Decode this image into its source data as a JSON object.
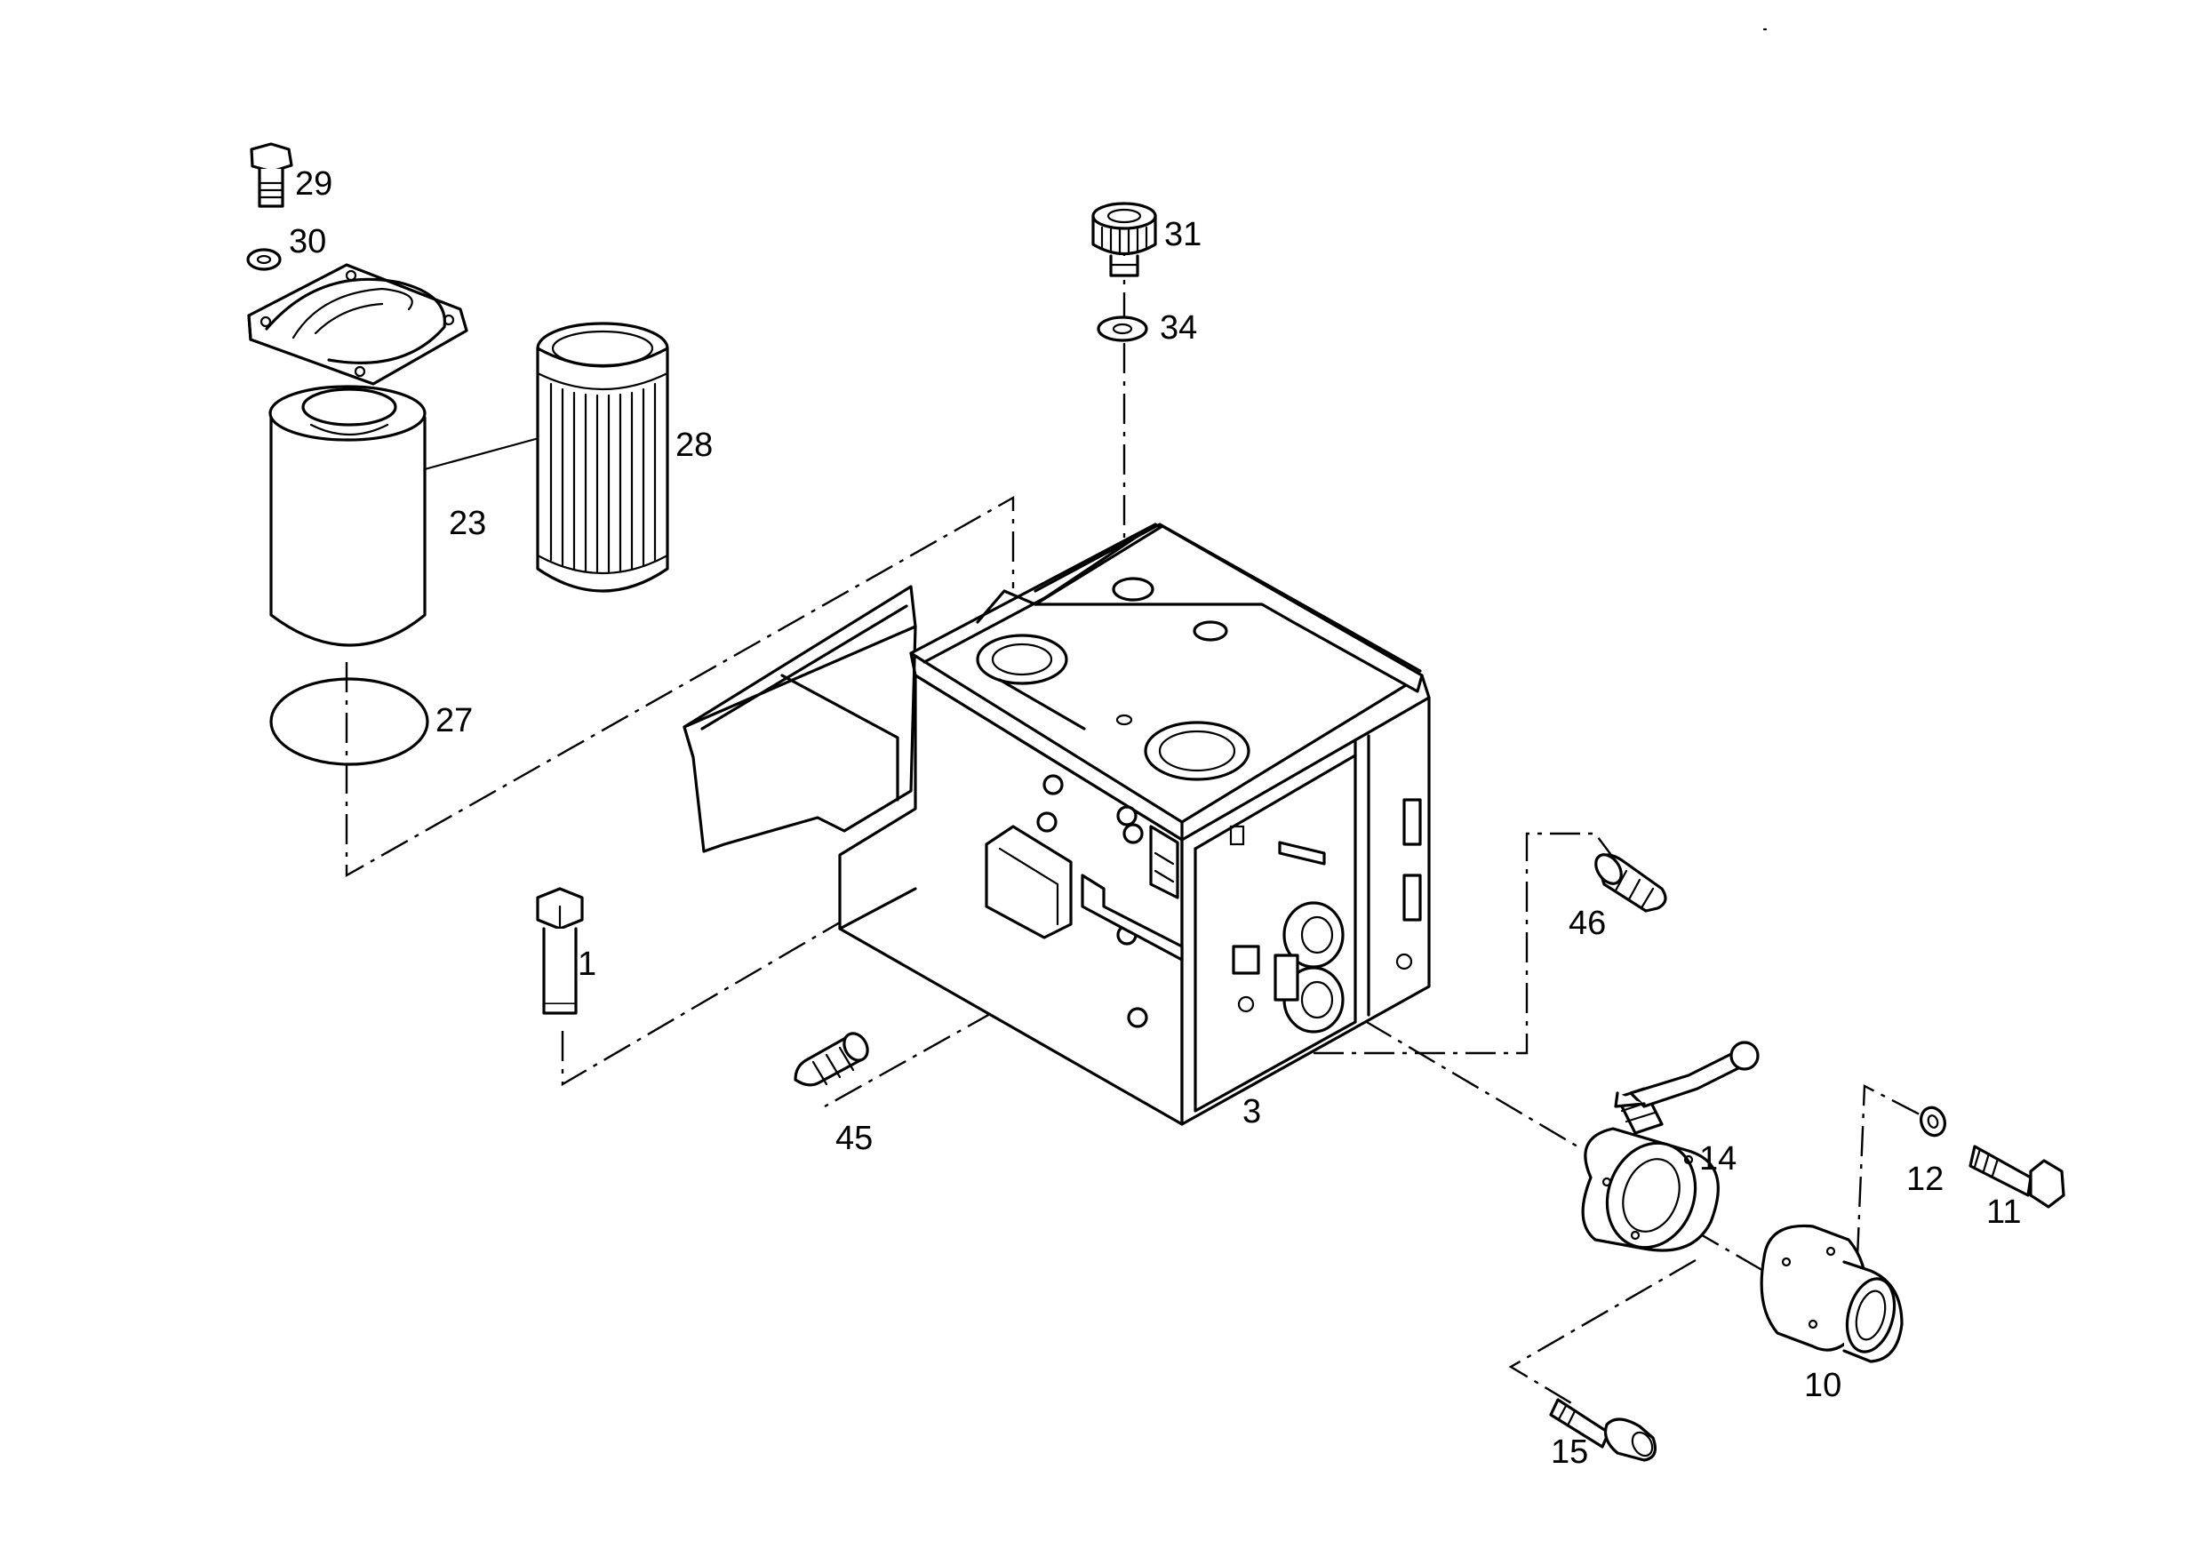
{
  "diagram": {
    "part_numbers": [
      {
        "id": "p29",
        "label": "29"
      },
      {
        "id": "p30",
        "label": "30"
      },
      {
        "id": "p31",
        "label": "31"
      },
      {
        "id": "p34",
        "label": "34"
      },
      {
        "id": "p28",
        "label": "28"
      },
      {
        "id": "p23",
        "label": "23"
      },
      {
        "id": "p27",
        "label": "27"
      },
      {
        "id": "p1",
        "label": "1"
      },
      {
        "id": "p46",
        "label": "46"
      },
      {
        "id": "p45",
        "label": "45"
      },
      {
        "id": "p3",
        "label": "3"
      },
      {
        "id": "p14",
        "label": "14"
      },
      {
        "id": "p12",
        "label": "12"
      },
      {
        "id": "p11",
        "label": "11"
      },
      {
        "id": "p10",
        "label": "10"
      },
      {
        "id": "p15",
        "label": "15"
      }
    ]
  }
}
